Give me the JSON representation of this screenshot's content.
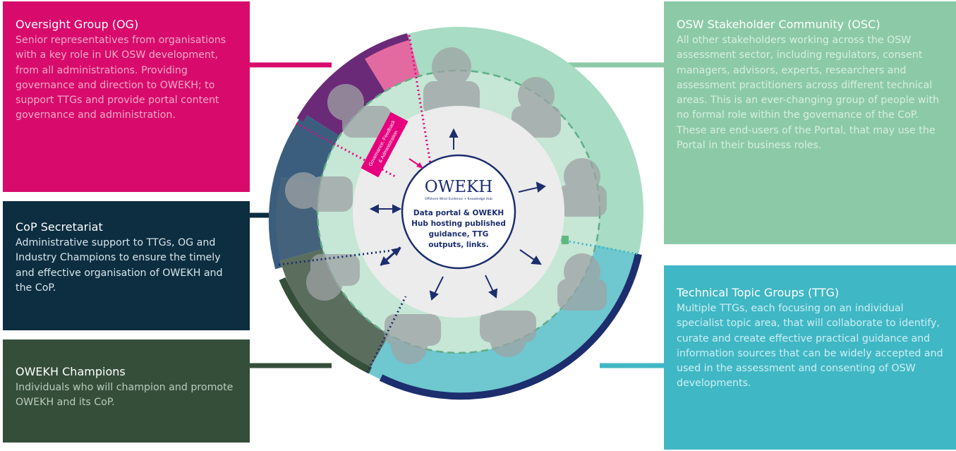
{
  "oversight_group": {
    "title": "Oversight Group (OG)",
    "body": "Senior representatives from organisations with a key role in UK OSW development, from all administrations. Providing governance and direction to OWEKH; to support TTGs and provide portal content governance and administration."
  },
  "secretariat": {
    "title": "CoP Secretariat",
    "body": "Administrative support to TTGs, OG and Industry Champions to ensure the timely and effective organisation of OWEKH and the CoP."
  },
  "champions": {
    "title": "OWEKH Champions",
    "body": "Individuals who will champion and promote OWEKH and its CoP."
  },
  "stakeholder_community": {
    "title": "OSW Stakeholder Community (OSC)",
    "body": "All other stakeholders working across the OSW assessment sector, including regulators, consent managers, advisors, experts, researchers and assessment practitioners across different technical areas. This is an ever-changing group of people with no formal role within the governance of the CoP. These are end-users of the Portal, that may use the Portal in their business roles."
  },
  "technical_topic_groups": {
    "title": "Technical Topic Groups (TTG)",
    "body": "Multiple TTGs, each focusing on an individual specialist topic area, that will collaborate to identify, curate and create effective practical guidance and information sources that can be widely accepted and used in the assessment and consenting of OSW developments."
  },
  "center": {
    "logo": "OWEKH",
    "logo_subtitle": "Offshore Wind Evidence + Knowledge Hub",
    "lines": [
      "Data portal & OWEKH",
      "Hub hosting published",
      "guidance, TTG",
      "outputs, links."
    ]
  },
  "governance_tag": {
    "lines": [
      "Governance, Feedback",
      "& Administration"
    ]
  },
  "colors": {
    "og": "#d80b6c",
    "secretariat": "#0d2d40",
    "champions": "#354e3a",
    "osc": "#8ccaa7",
    "ttg": "#40b7c4",
    "navy": "#1c2e6e"
  }
}
